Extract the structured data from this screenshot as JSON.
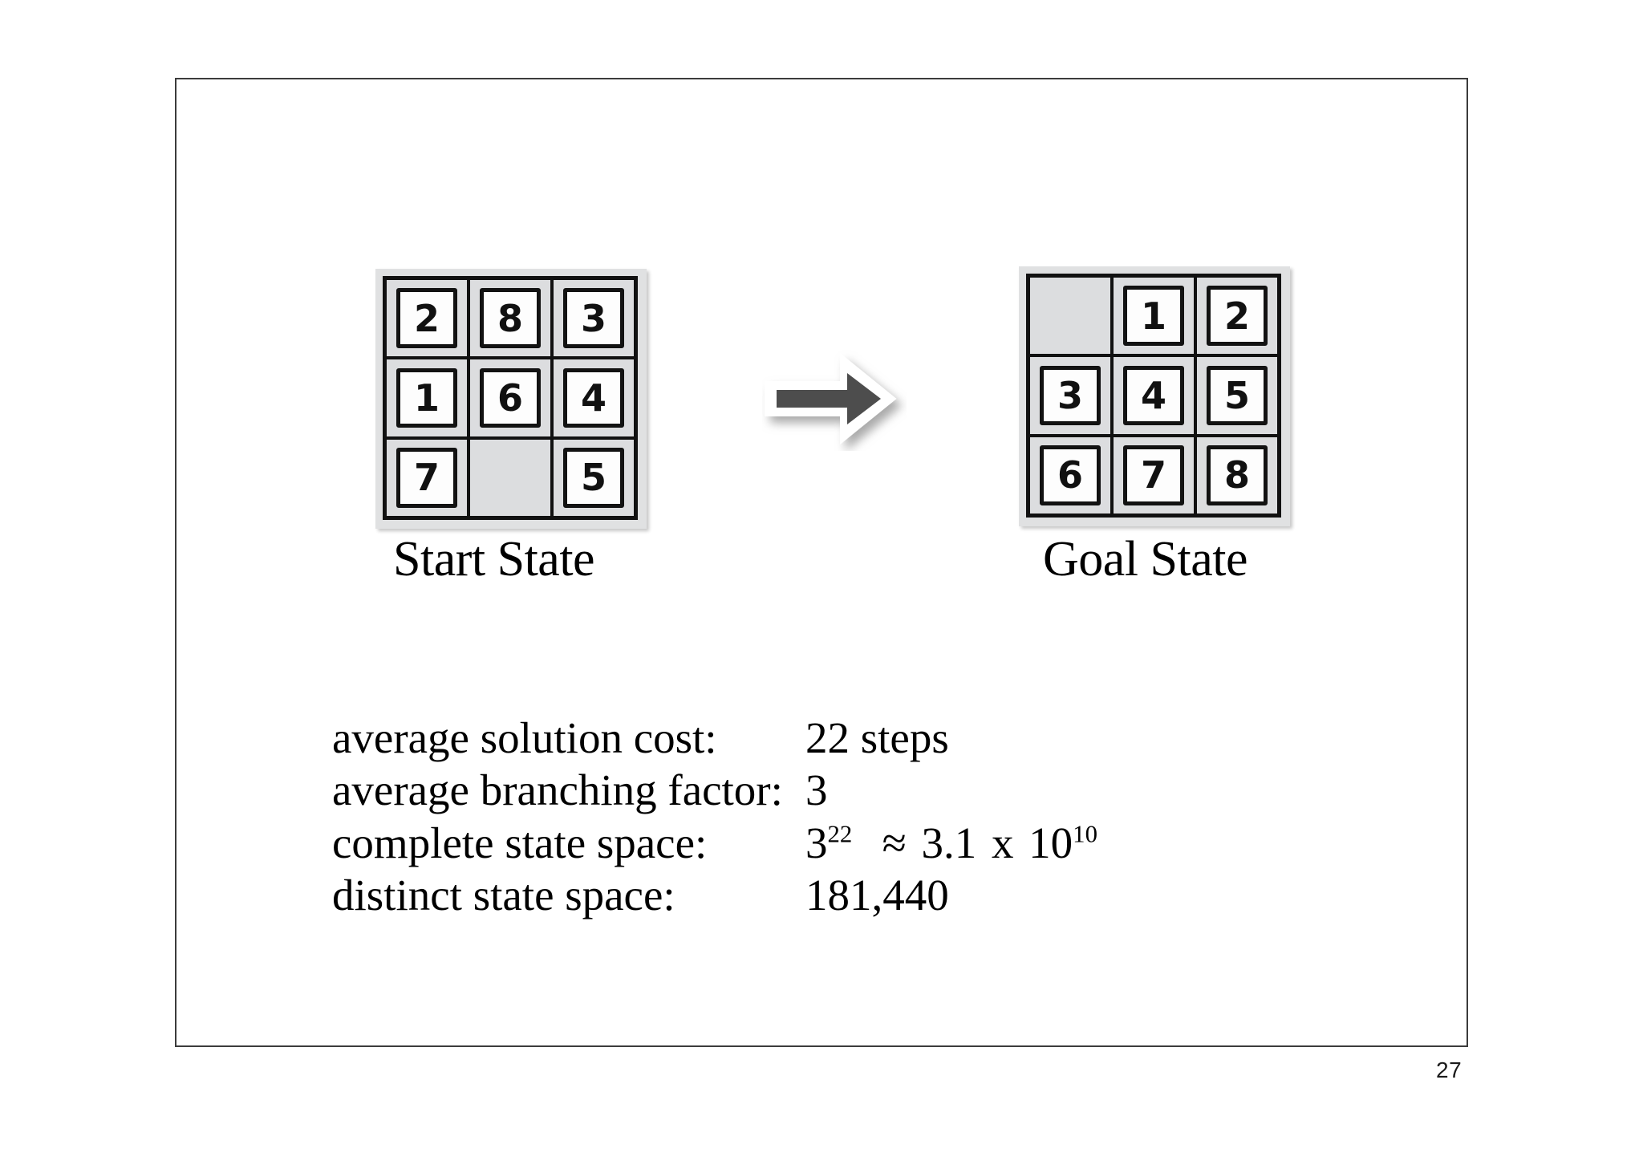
{
  "slide": {
    "page_number": "27"
  },
  "start_state": {
    "caption": "Start State",
    "rows": [
      [
        "2",
        "8",
        "3"
      ],
      [
        "1",
        "6",
        "4"
      ],
      [
        "7",
        "",
        "5"
      ]
    ]
  },
  "goal_state": {
    "caption": "Goal State",
    "rows": [
      [
        "",
        "1",
        "2"
      ],
      [
        "3",
        "4",
        "5"
      ],
      [
        "6",
        "7",
        "8"
      ]
    ]
  },
  "arrow": {
    "icon": "right-arrow-icon",
    "fill_color": "#4d4d4d",
    "outline_color": "#ffffff"
  },
  "stats": {
    "rows": [
      {
        "label": "average solution cost:",
        "value": "22 steps"
      },
      {
        "label": "average branching factor:",
        "value": "3"
      },
      {
        "label": "complete state space:",
        "value": "3^22  ≈ 3.1 x 10^10"
      },
      {
        "label": "distinct state space:",
        "value": "181,440"
      }
    ],
    "complete_state_space": {
      "base": "3",
      "exponent": "22",
      "approx_sign": "≈",
      "mantissa": "3.1",
      "times": "x",
      "power_base": "10",
      "power_exponent": "10"
    }
  }
}
